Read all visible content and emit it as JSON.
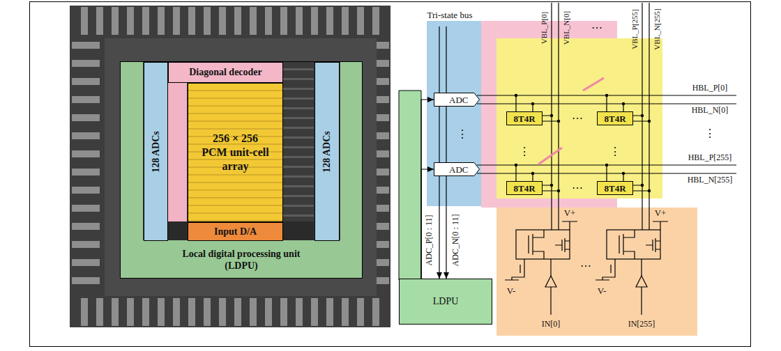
{
  "diagram": {
    "nodes": [
      {
        "text": [
          "Local digital processing unit (LDPU)"
        ]
      },
      {
        "text": [
          "128 ADCs"
        ],
        "in": 0
      },
      {
        "text": [
          "Diagonal decoder"
        ],
        "in": 0
      },
      {
        "text": [
          "256 × 256 PCM unit-cell array"
        ],
        "in": 0
      },
      {
        "text": [
          "128 ADCs"
        ],
        "in": 0
      },
      {
        "text": [
          "Input D/A"
        ],
        "in": 0
      },
      {
        "text": [
          "ADC"
        ]
      },
      {
        "text": [
          "8T4R"
        ]
      },
      {
        "text": [
          "8T4R"
        ]
      },
      {
        "text": [
          "ADC"
        ]
      },
      {
        "text": [
          "8T4R"
        ]
      },
      {
        "text": [
          "8T4R"
        ]
      },
      {
        "text": [
          "LDPU"
        ]
      }
    ],
    "edges": [
      {
        "from": 12,
        "to": 6,
        "arrow": "to"
      },
      {
        "from": 12,
        "to": 9,
        "arrow": "to"
      },
      {
        "from": 6,
        "to": 12,
        "arrow": "to"
      },
      {
        "from": 9,
        "to": 12,
        "arrow": "to"
      }
    ],
    "labels": [
      "Tri-state bus",
      "VBL_P[0]",
      "VBL_N[0]",
      "⋯",
      "VBL_P[255]",
      "VBL_N[255]",
      "HBL_P[0]",
      "HBL_N[0]",
      "⋮",
      "HBL_P[255]",
      "HBL_N[255]",
      "⋮",
      "⋮",
      "⋮",
      "⋯",
      "⋯",
      "ADC_P[0 : 11]",
      "ADC_N[0 : 11]",
      "V+",
      "V-",
      "IN[0]",
      "⋯",
      "V+",
      "V-",
      "IN[255]"
    ]
  }
}
